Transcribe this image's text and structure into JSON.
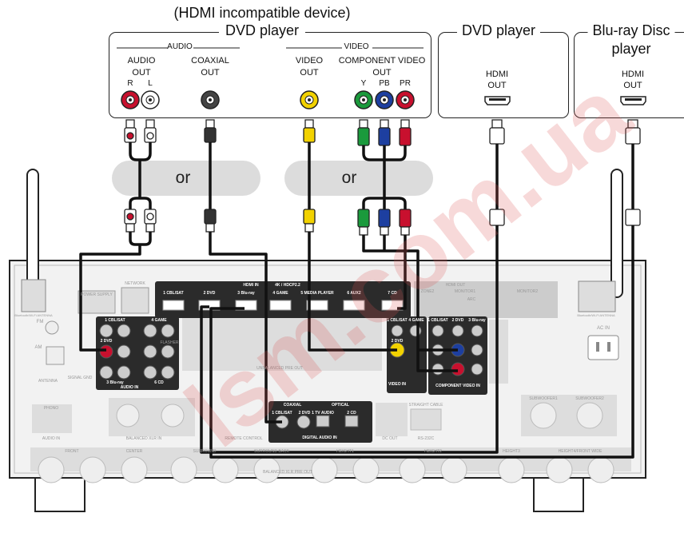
{
  "device_left": {
    "title_line1": "(HDMI incompatible device)",
    "title_line2": "DVD player",
    "audio_group": "AUDIO",
    "video_group": "VIDEO",
    "audio_out_line1": "AUDIO",
    "audio_out_line2": "OUT",
    "audio_r": "R",
    "audio_l": "L",
    "coaxial_line1": "COAXIAL",
    "coaxial_line2": "OUT",
    "video_out_line1": "VIDEO",
    "video_out_line2": "OUT",
    "component_line1": "COMPONENT VIDEO",
    "component_line2": "OUT",
    "comp_y": "Y",
    "comp_pb": "PB",
    "comp_pr": "PR"
  },
  "device_dvd": {
    "title": "DVD player",
    "port_line1": "HDMI",
    "port_line2": "OUT"
  },
  "device_bluray": {
    "title_line1": "Blu-ray Disc",
    "title_line2": "player",
    "port_line1": "HDMI",
    "port_line2": "OUT"
  },
  "or_labels": [
    "or",
    "or"
  ],
  "receiver": {
    "hdmi_in": "HDMI IN",
    "hdcp": "4K / HDCP2.2",
    "hdmi_inputs": [
      "1 CBL/SAT",
      "2 DVD",
      "3 Blu-ray",
      "4 GAME",
      "5 MEDIA PLAYER",
      "6 AUX2",
      "7 CD"
    ],
    "network": "NETWORK",
    "hdmi_out": "HDMI OUT",
    "zone2": "ZONE2",
    "monitor1": "MONITOR1",
    "monitor2": "MONITOR2",
    "arc": "ARC",
    "audio_in_panel": "AUDIO IN",
    "audio_in_labels": [
      "1 CBL/SAT",
      "4 GAME",
      "2 DVD",
      "3 Blu-ray",
      "6 CD"
    ],
    "video_in": "VIDEO IN",
    "video_in_labels": [
      "1 CBL/SAT",
      "4 GAME",
      "2 DVD"
    ],
    "component_in": "COMPONENT VIDEO IN",
    "component_in_labels": [
      "1 CBL/SAT",
      "2 DVD",
      "3 Blu-ray"
    ],
    "digital_in": "DIGITAL AUDIO IN",
    "coaxial": "COAXIAL",
    "optical": "OPTICAL",
    "digital_labels": [
      "1 CBL/SAT",
      "2 DVD",
      "1 TV AUDIO",
      "2 CD"
    ],
    "ac_in": "AC IN",
    "antenna_left": "Bluetooth/Wi-Fi ANTENNA",
    "antenna_right": "Bluetooth/Wi-Fi ANTENNA",
    "fm": "FM",
    "am": "AM",
    "antenna": "ANTENNA",
    "signal_gnd": "SIGNAL GND",
    "phono": "PHONO",
    "audio_in_small": "AUDIO IN",
    "balanced_in": "BALANCED XLR IN",
    "power_supply": "POWER SUPPLY",
    "unbalanced_pre_out": "UNBALANCED PRE OUT",
    "dc_out": "DC OUT",
    "rs232c": "RS-232C",
    "straight_cable": "STRAIGHT CABLE",
    "ir_remote": "REMOTE CONTROL",
    "flasher": "FLASHER",
    "subwoofer1": "SUBWOOFER1",
    "subwoofer2": "SUBWOOFER2",
    "pre_out_labels": [
      "FRONT",
      "CENTER",
      "SURROUND",
      "SURROUND BACK",
      "HEIGHT1",
      "HEIGHT2",
      "HEIGHT3",
      "HEIGHT4/FRONT WIDE"
    ],
    "balanced_pre_out": "BALANCED XLR PRE OUT"
  },
  "watermark": "lsm.com.ua",
  "colors": {
    "red": "#c8102e",
    "green": "#1a9a3c",
    "blue": "#1d3fa0",
    "yellow": "#f2d200",
    "dark": "#222222",
    "panel": "#e6e6e6"
  }
}
